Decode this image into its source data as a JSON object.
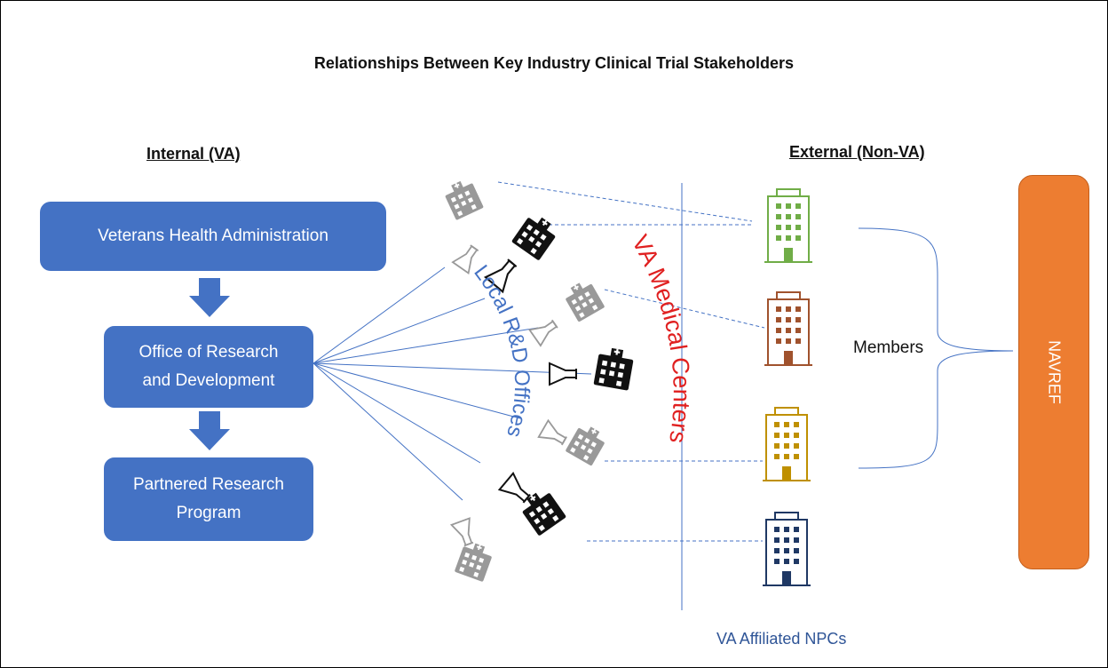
{
  "title": "Relationships Between Key Industry Clinical Trial Stakeholders",
  "internal": {
    "heading": "Internal (VA)",
    "boxes": [
      "Veterans Health Administration",
      "Office of Research\nand Development",
      "Partnered Research\nProgram"
    ]
  },
  "external": {
    "heading": "External (Non-VA)",
    "members_label": "Members",
    "navref_label": "NAVREF",
    "npc_label": "VA Affiliated NPCs"
  },
  "curved_labels": {
    "local_offices": "Local R&D Offices",
    "medical_centers": "VA Medical Centers"
  },
  "colors": {
    "box": "#4472c4",
    "navref": "#ed7d31",
    "line": "#4472c4",
    "local_text": "#4472c4",
    "medical_text": "#e02020",
    "building_green": "#70ad47",
    "building_brown": "#a0522d",
    "building_gold": "#bf9000",
    "building_navy": "#1f3864"
  },
  "icons": [
    "hospital-icon",
    "flask-icon",
    "office-building-icon",
    "down-arrow-icon"
  ]
}
